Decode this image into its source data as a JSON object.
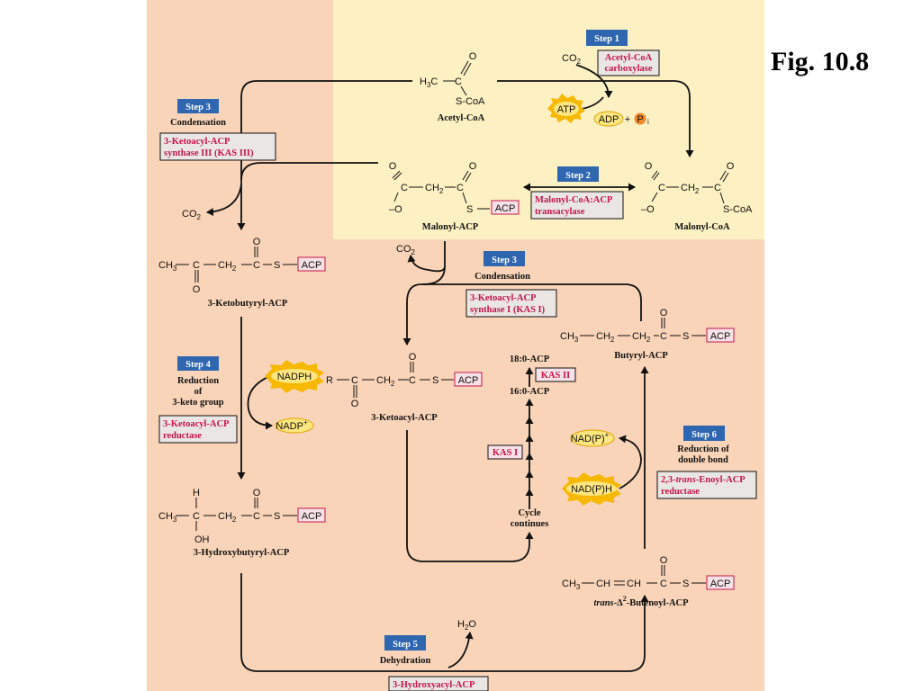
{
  "figure_label": "Fig. 10.8",
  "colors": {
    "background_outer": "#ffffff",
    "panel_salmon": "#f9d4b8",
    "panel_yellow": "#fdf0c2",
    "step_box": "#2e66b0",
    "enzyme_text": "#c8154a",
    "enzyme_box": "#e9e6e4",
    "acp_box": "#f6e1e6",
    "cofactor_fill": "#f7b800"
  },
  "steps": {
    "s1": {
      "step": "Step 1",
      "enzyme": [
        "Acetyl-CoA",
        "carboxylase"
      ]
    },
    "s2": {
      "step": "Step 2",
      "enzyme": [
        "Malonyl-CoA:ACP",
        "transacylase"
      ]
    },
    "s3a": {
      "step": "Step 3",
      "title": "Condensation",
      "enzyme": [
        "3-Ketoacyl-ACP",
        "synthase III (KAS III)"
      ]
    },
    "s3b": {
      "step": "Step 3",
      "title": "Condensation",
      "enzyme": [
        "3-Ketoacyl-ACP",
        "synthase I (KAS I)"
      ]
    },
    "s4": {
      "step": "Step 4",
      "title": [
        "Reduction",
        "of",
        "3-keto group"
      ],
      "enzyme": [
        "3-Ketoacyl-ACP",
        "reductase"
      ]
    },
    "s5": {
      "step": "Step 5",
      "title": "Dehydration",
      "enzyme": [
        "3-Hydroxyacyl-ACP"
      ]
    },
    "s6": {
      "step": "Step 6",
      "title": [
        "Reduction of",
        "double bond"
      ],
      "enzyme": [
        "2,3-",
        "trans",
        "-Enoyl-ACP",
        "reductase"
      ]
    }
  },
  "molecules": {
    "acetyl_coa": "Acetyl-CoA",
    "malonyl_acp": "Malonyl-ACP",
    "malonyl_coa": "Malonyl-CoA",
    "ketobutyryl_acp": "3-Ketobutyryl-ACP",
    "hydroxybutyryl_acp": "3-Hydroxybutyryl-ACP",
    "ketoacyl_acp": "3-Ketoacyl-ACP",
    "butyryl_acp": "Butyryl-ACP",
    "butenoyl_acp": [
      "trans",
      "-Δ",
      "2",
      "-Butenoyl-ACP"
    ]
  },
  "cofactors": {
    "atp": "ATP",
    "adp": "ADP",
    "plus": "+",
    "pi": "P",
    "pi_sub": "i",
    "nadph": "NADPH",
    "nadp": "NADP",
    "nadp_sup": "+",
    "nadph_b": "NAD(P)H",
    "nadp_b": "NAD(P)",
    "nadp_b_sup": "+",
    "co2": "CO",
    "co2_sub": "2",
    "h2o_h": "H",
    "h2o_sub": "2",
    "h2o_o": "O"
  },
  "cycle": {
    "kas2": "KAS II",
    "kas1": "KAS I",
    "c18": "18:0-ACP",
    "c16": "16:0-ACP",
    "continues": [
      "Cycle",
      "continues"
    ]
  },
  "atoms": {
    "acp": "ACP",
    "o": "O",
    "c": "C",
    "s": "S",
    "r": "R",
    "h": "H",
    "oh": "OH",
    "minus": "–",
    "scoa": "S-CoA",
    "h3c": "H",
    "h3c_sub": "3",
    "h3c_c": "C",
    "ch3": "CH",
    "ch3_sub": "3",
    "ch2": "CH",
    "ch2_sub": "2",
    "ch": "CH"
  }
}
